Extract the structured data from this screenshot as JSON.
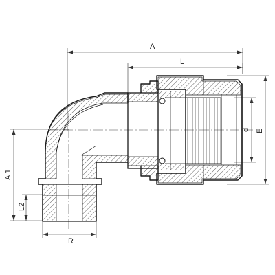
{
  "drawing": {
    "dimensions": {
      "A": "A",
      "L": "L",
      "d": "d",
      "E": "E",
      "A1": "A 1",
      "L2": "L2",
      "R": "R"
    },
    "colors": {
      "line": "#1a1a1a",
      "hatch": "#1a1a1a",
      "background": "#ffffff"
    }
  }
}
